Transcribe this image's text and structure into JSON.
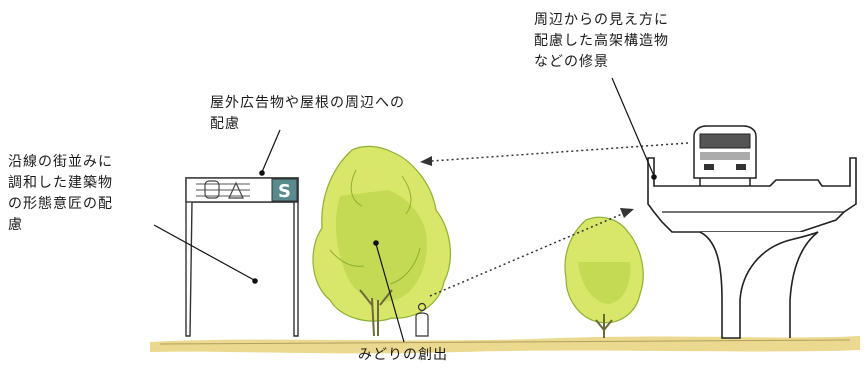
{
  "labels": {
    "viaduct": [
      "周辺からの見え方に",
      "配慮した高架構造物",
      "などの修景"
    ],
    "advertising": [
      "屋外広告物や屋根の周辺への",
      "配慮"
    ],
    "building": [
      "沿線の街並みに",
      "調和した建築物",
      "の形態意匠の配",
      "慮"
    ],
    "greenery": [
      "みどりの創出"
    ]
  },
  "sign_letter": "S",
  "colors": {
    "ground": "#d9c46a",
    "tree_light": "#dbe86a",
    "tree_mid": "#b9d24a",
    "tree_dark": "#8fb035",
    "sign_panel": "#5b8a8e",
    "ink": "#222222"
  }
}
